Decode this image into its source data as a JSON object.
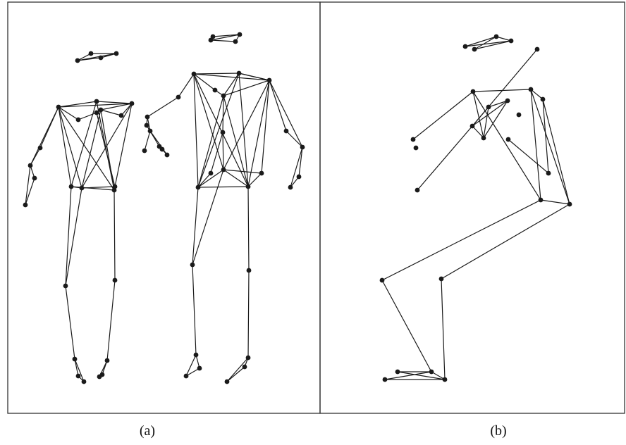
{
  "figure": {
    "panels": [
      {
        "id": "a",
        "caption": "(a)"
      },
      {
        "id": "b",
        "caption": "(b)"
      }
    ],
    "colors": {
      "line": "#1a1a1a",
      "frame": "#333333",
      "background": "#ffffff"
    }
  }
}
